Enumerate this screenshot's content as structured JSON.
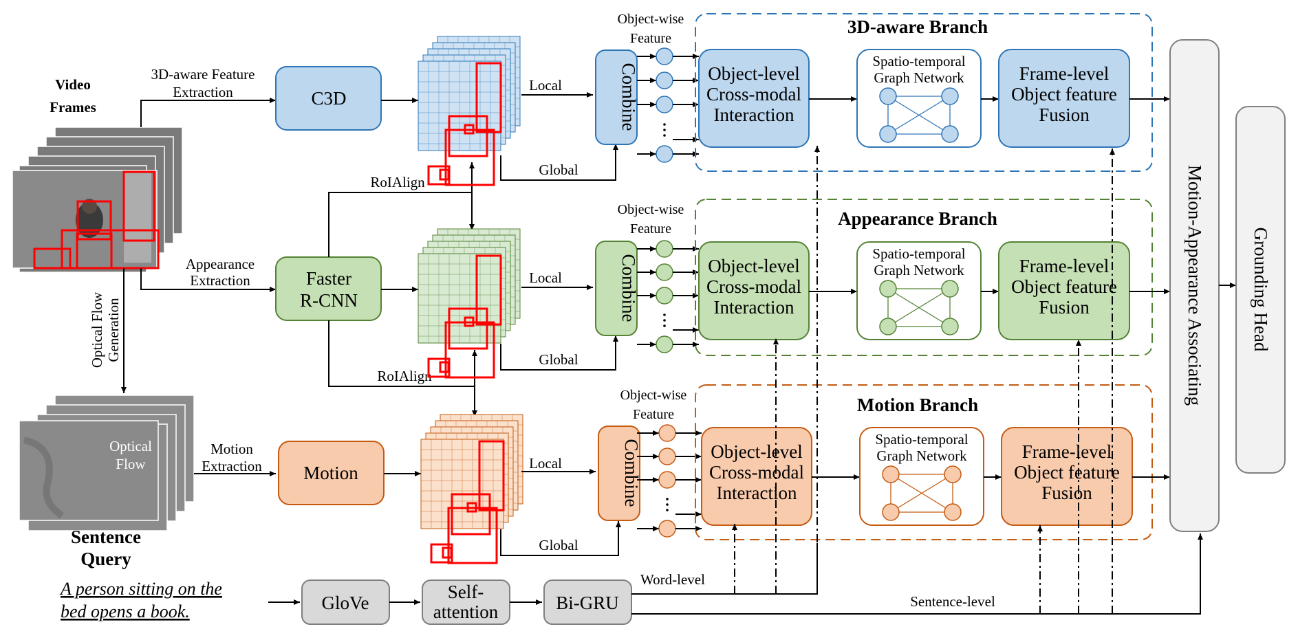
{
  "inputs": {
    "video_frames": [
      "Video",
      "Frames"
    ],
    "optical_flow_image": [
      "Optical",
      "Flow"
    ],
    "sentence_query": [
      "Sentence",
      "Query"
    ],
    "query_text": [
      "A person sitting on the",
      "bed opens a book."
    ]
  },
  "edge_labels": {
    "feat3d": [
      "3D-aware Feature",
      "Extraction"
    ],
    "appearance": [
      "Appearance",
      "Extraction"
    ],
    "flowgen": [
      "Optical Flow",
      "Generation"
    ],
    "motion": [
      "Motion",
      "Extraction"
    ],
    "roialign": "RoIAlign",
    "local": "Local",
    "global": "Global",
    "object_wise": [
      "Object-wise",
      "Feature"
    ],
    "word_level": "Word-level",
    "sentence_level": "Sentence-level"
  },
  "modules": {
    "c3d": "C3D",
    "faster_rcnn": [
      "Faster",
      "R-CNN"
    ],
    "motion": "Motion",
    "combine": "Combine",
    "glove": "GloVe",
    "self_attention": [
      "Self-",
      "attention"
    ],
    "bigru": "Bi-GRU",
    "obj_interaction": [
      "Object-level",
      "Cross-modal",
      "Interaction"
    ],
    "stgn": [
      "Spatio-temporal",
      "Graph Network"
    ],
    "frame_fusion": [
      "Frame-level",
      "Object feature",
      "Fusion"
    ],
    "mot_app": "Motion-Appearance Associating",
    "grounding": "Grounding Head"
  },
  "branches": {
    "b3d": "3D-aware Branch",
    "app": "Appearance Branch",
    "mot": "Motion Branch"
  },
  "colors": {
    "blue_fill": "#bdd7ee",
    "blue_stroke": "#2e75b6",
    "blue_grid": "#cfe2f3",
    "green_fill": "#c5e0b4",
    "green_stroke": "#548235",
    "green_grid": "#d9ead3",
    "orange_fill": "#f8cbad",
    "orange_stroke": "#c55a11",
    "orange_grid": "#fbe0cc",
    "gray_fill": "#d9d9d9",
    "gray_stroke": "#7f7f7f",
    "red_box": "#ff0000"
  }
}
